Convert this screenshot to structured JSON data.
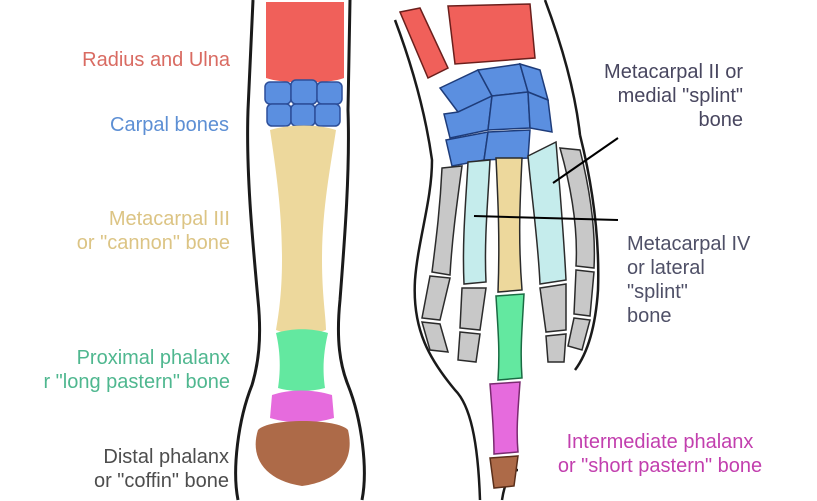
{
  "labels": {
    "radius_ulna": "Radius and Ulna",
    "carpal": "Carpal bones",
    "metacarpal_iii": "Metacarpal III\nor \"cannon\" bone",
    "proximal_phalanx": "Proximal phalanx\nr \"long pastern\" bone",
    "distal_phalanx": "Distal phalanx\nor \"coffin\" bone",
    "metacarpal_ii": "Metacarpal II or\nmedial \"splint\"\nbone",
    "metacarpal_iv": "Metacarpal IV\nor lateral\n\"splint\"\nbone",
    "intermediate_phalanx": "Intermediate phalanx\nor \"short pastern\" bone"
  },
  "colors": {
    "radius_ulna": "#d96b62",
    "carpal": "#5d8fd4",
    "metacarpal_iii": "#dcc484",
    "proximal_phalanx": "#4fb78f",
    "distal_phalanx": "#4d4d4d",
    "metacarpal_ii": "#48465f",
    "metacarpal_iv": "#4f5067",
    "intermediate_phalanx": "#c23fae"
  }
}
